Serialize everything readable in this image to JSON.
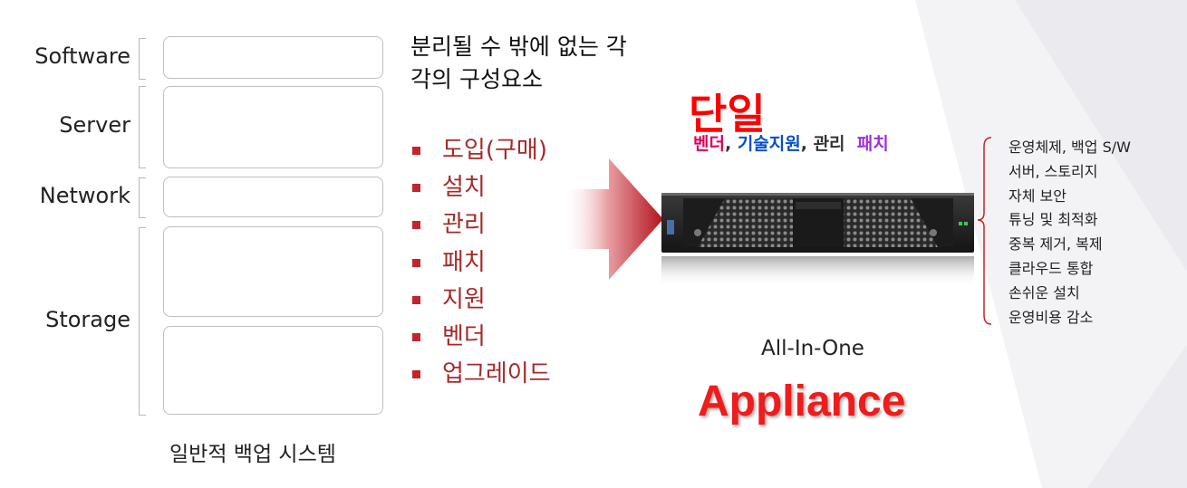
{
  "layers": [
    "Software",
    "Server",
    "Network",
    "Storage"
  ],
  "heading": "분리될 수 밖에 없는 각각의 구성요소",
  "components": [
    "도입(구매)",
    "설치",
    "관리",
    "패치",
    "지원",
    "벤더",
    "업그레이드"
  ],
  "single_title": "단일",
  "tags": [
    {
      "text": "벤더",
      "color": "#e0005a"
    },
    {
      "text": "기술지원",
      "color": "#0050c8"
    },
    {
      "text": "관리",
      "color": "#333333"
    },
    {
      "text": "패치",
      "color": "#a02ce0"
    }
  ],
  "tag_separator": ", ",
  "features": [
    "운영체제, 백업 S/W",
    "서버, 스토리지",
    "자체 보안",
    "튜닝 및 최적화",
    "중복 제거, 복제",
    "클라우드 통합",
    "손쉬운 설치",
    "운영비용 감소"
  ],
  "all_in_one": "All-In-One",
  "appliance": "Appliance",
  "caption": "일반적 백업 시스템",
  "colors": {
    "accent_red": "#ee1c1c",
    "bullet_red": "#c0262c",
    "text_red": "#a52a2a"
  }
}
